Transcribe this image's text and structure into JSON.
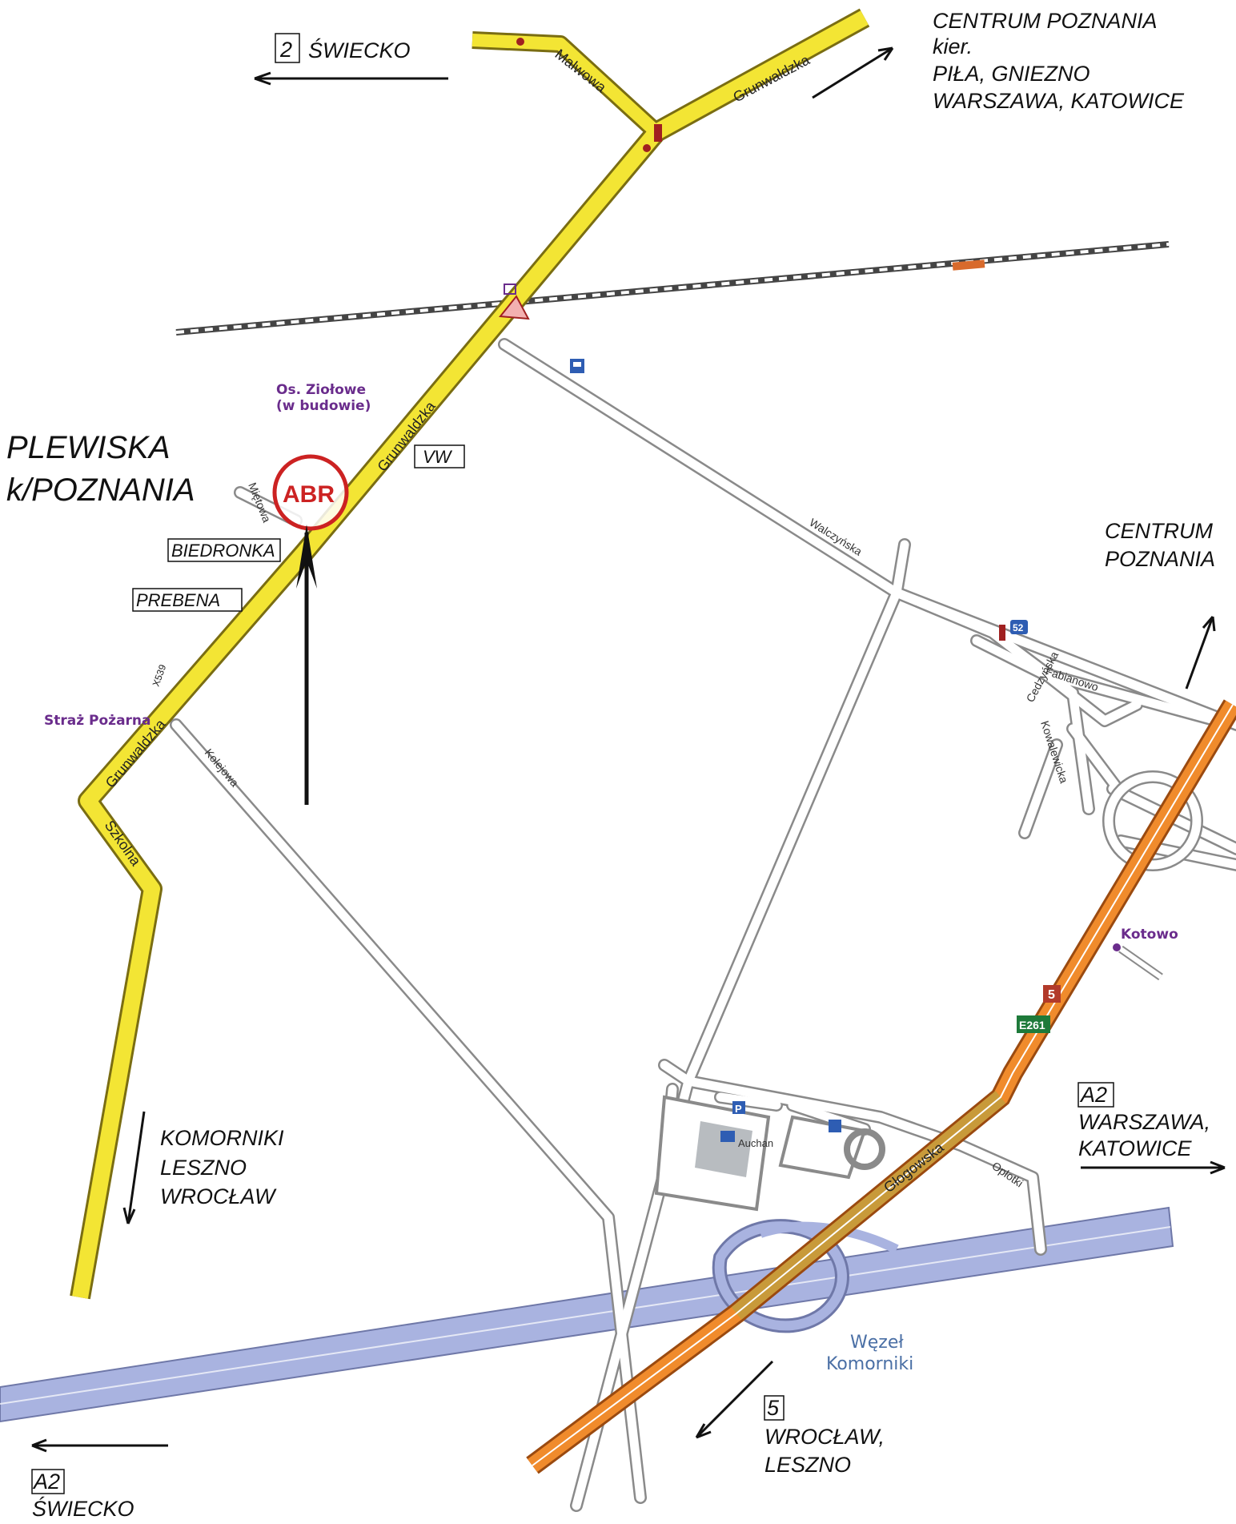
{
  "colors": {
    "main_road": "#f3e534",
    "main_road_edge": "#7a6d12",
    "express_road": "#f08b2c",
    "motorway": "#a9b3e0",
    "local_road_fill": "#ffffff",
    "local_road_edge": "#8a8a8a",
    "railway": "#555555",
    "abr_circle": "#cc2222",
    "purple_text": "#6a2c8c"
  },
  "labels": {
    "swiecko_top_num": "2",
    "swiecko_top": "ŚWIECKO",
    "centrum_dir_1": "CENTRUM POZNANIA",
    "centrum_dir_2": "kier.",
    "centrum_dir_3": "PIŁA, GNIEZNO",
    "centrum_dir_4": "WARSZAWA, KATOWICE",
    "plewiska_1": "PLEWISKA",
    "plewiska_2": "k/POZNANIA",
    "centrum_right_1": "CENTRUM",
    "centrum_right_2": "POZNANIA",
    "komorniki_1": "KOMORNIKI",
    "komorniki_2": "LESZNO",
    "komorniki_3": "WROCŁAW",
    "a2_right_num": "A2",
    "a2_right_1": "WARSZAWA,",
    "a2_right_2": "KATOWICE",
    "r5_num": "5",
    "r5_1": "WROCŁAW,",
    "r5_2": "LESZNO",
    "a2_left_num": "A2",
    "a2_left": "ŚWIECKO",
    "abr": "ABR",
    "vw": "VW",
    "biedronka": "BIEDRONKA",
    "prebena": "PREBENA",
    "os_ziolowe_1": "Os. Ziołowe",
    "os_ziolowe_2": "(w budowie)",
    "straz": "Straż Pożarna",
    "wezel_1": "Węzeł",
    "wezel_2": "Komorniki",
    "kotowo": "Kotowo",
    "auchan": "Auchan",
    "shield_5": "5",
    "shield_e261": "E261",
    "shield_52": "52",
    "x539": "X539"
  },
  "streets": {
    "malwowa": "Malwowa",
    "grunwaldzka_top": "Grunwaldzka",
    "grunwaldzka_mid": "Grunwaldzka",
    "grunwaldzka_low": "Grunwaldzka",
    "szkolna": "Szkolna",
    "mietowa": "Miętowa",
    "kalejowa": "Kolejowa",
    "walczynska": "Walczyńska",
    "fabianowo": "Fabianowo",
    "cedzynska": "Cedzyńska",
    "kowalewicka": "Kowalewicka",
    "glogowska": "Głogowska",
    "oplotki": "Opłotki"
  }
}
